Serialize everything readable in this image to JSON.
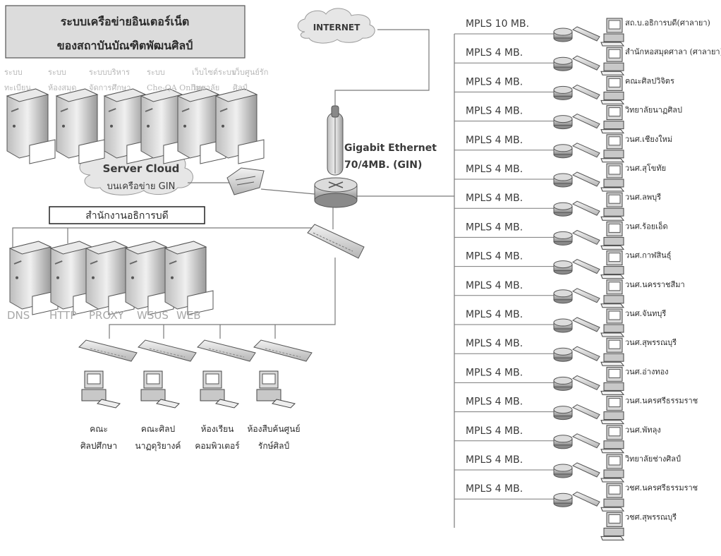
{
  "title": {
    "line1": "ระบบเครือข่ายอินเตอร์เน็ต",
    "line2": "ของสถาบันบัณฑิตพัฒนศิลป์"
  },
  "internet_label": "INTERNET",
  "server_cloud": {
    "line1": "Server Cloud",
    "line2": "บนเครือข่าย GIN"
  },
  "gigabit": {
    "line1": "Gigabit Ethernet",
    "line2": "70/4MB. (GIN)"
  },
  "office_label": "สำนักงานอธิการบดี",
  "top_servers": [
    {
      "line1": "ระบบ",
      "line2": "ทะเบียน"
    },
    {
      "line1": "ระบบ",
      "line2": "ห้องสมุด"
    },
    {
      "line1": "ระบบบริหาร",
      "line2": "จัดการศึกษา"
    },
    {
      "line1": "ระบบ",
      "line2": "Che-QA Online"
    },
    {
      "line1": "เว็บไซต์ระบบ",
      "line2": "วิทยาลัย"
    },
    {
      "line1": "เว็บศูนย์รัก",
      "line2": "ศิลป์"
    }
  ],
  "bottom_servers": [
    "DNS",
    "HTTP",
    "PROXY",
    "WSUS",
    "WEB"
  ],
  "labs": [
    {
      "line1": "คณะ",
      "line2": "ศิลปศึกษา"
    },
    {
      "line1": "คณะศิลป",
      "line2": "นาฏดุริยางค์"
    },
    {
      "line1": "ห้องเรียน",
      "line2": "คอมพิวเตอร์"
    },
    {
      "line1": "ห้องสืบค้นศูนย์",
      "line2": "รักษ์ศิลป์"
    }
  ],
  "branches": [
    {
      "mpls": "MPLS 10 MB.",
      "name": "สถ.บ.อธิการบดี(ศาลายา)"
    },
    {
      "mpls": "MPLS 4 MB.",
      "name": "สำนักหอสมุดศาลา (ศาลายา)"
    },
    {
      "mpls": "MPLS 4 MB.",
      "name": "คณะศิลปวิจิตร"
    },
    {
      "mpls": "MPLS 4 MB.",
      "name": "วิทยาลัยนาฏศิลป"
    },
    {
      "mpls": "MPLS 4 MB.",
      "name": "วนศ.เชียงใหม่"
    },
    {
      "mpls": "MPLS 4 MB.",
      "name": "วนศ.สุโขทัย"
    },
    {
      "mpls": "MPLS 4 MB.",
      "name": "วนศ.ลพบุรี"
    },
    {
      "mpls": "MPLS 4 MB.",
      "name": "วนศ.ร้อยเอ็ด"
    },
    {
      "mpls": "MPLS 4 MB.",
      "name": "วนศ.กาฬสินธุ์"
    },
    {
      "mpls": "MPLS 4 MB.",
      "name": "วนศ.นครราชสีมา"
    },
    {
      "mpls": "MPLS 4 MB.",
      "name": "วนศ.จันทบุรี"
    },
    {
      "mpls": "MPLS 4 MB.",
      "name": "วนศ.สุพรรณบุรี"
    },
    {
      "mpls": "MPLS 4 MB.",
      "name": "วนศ.อ่างทอง"
    },
    {
      "mpls": "MPLS 4 MB.",
      "name": "วนศ.นครศรีธรรมราช"
    },
    {
      "mpls": "MPLS 4 MB.",
      "name": "วนศ.พัทลุง"
    },
    {
      "mpls": "MPLS 4 MB.",
      "name": "วิทยาลัยช่างศิลป์"
    },
    {
      "mpls": "MPLS 4 MB.",
      "name": "วชศ.นครศรีธรรมราช"
    },
    {
      "mpls": "",
      "name": "วชศ.สุพรรณบุรี"
    }
  ],
  "colors": {
    "line": "#7a7a7a",
    "cloud": "#e6e6e6",
    "label_gray": "#b8b8b8",
    "text": "#2b2b2b"
  }
}
